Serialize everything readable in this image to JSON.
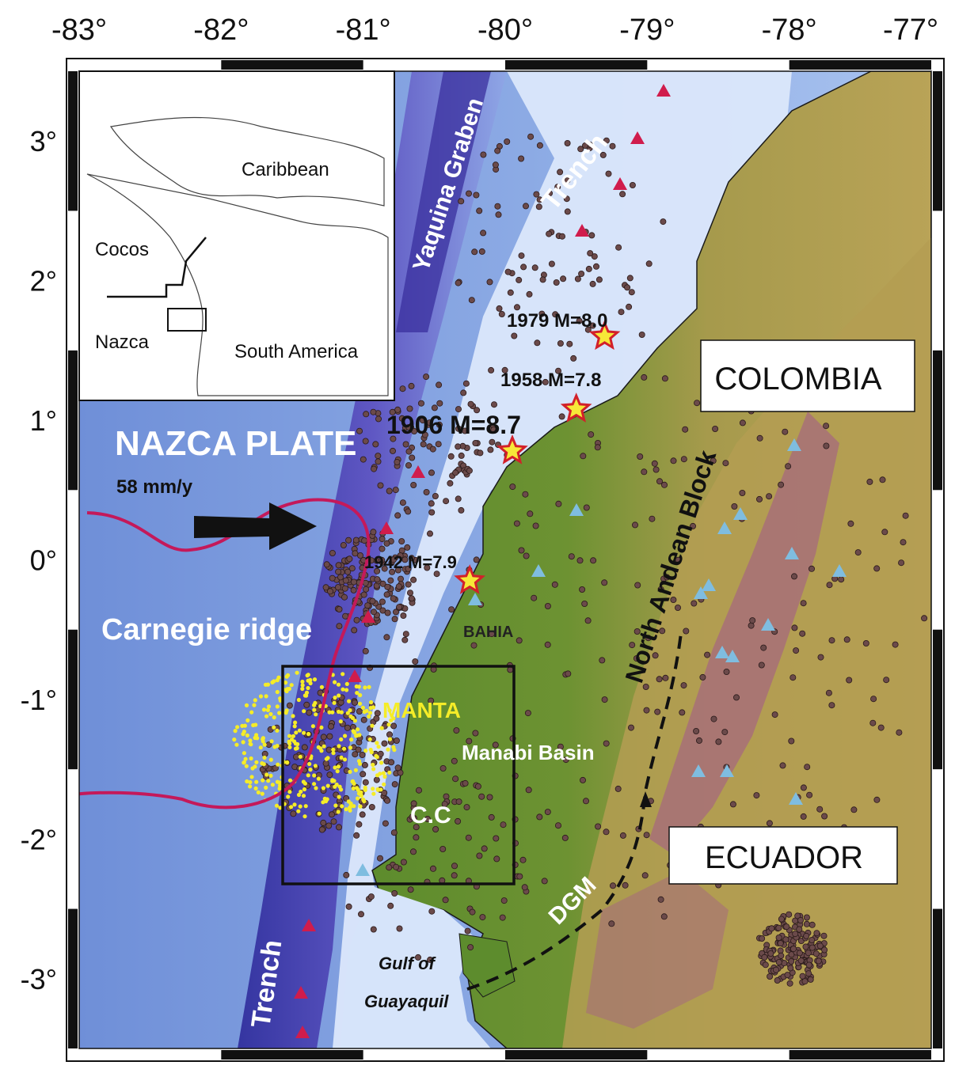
{
  "axes": {
    "lon_ticks": [
      "-83°",
      "-82°",
      "-81°",
      "-80°",
      "-79°",
      "-78°",
      "-77°"
    ],
    "lat_ticks": [
      "3°",
      "2°",
      "1°",
      "0°",
      "-1°",
      "-2°",
      "-3°"
    ]
  },
  "inset": {
    "labels": [
      "Caribbean",
      "Cocos",
      "Nazca",
      "South America"
    ]
  },
  "labels": {
    "yaquina": "Yaquina Graben",
    "trench_north": "Trench",
    "trench_south": "Trench",
    "nazca_plate": "NAZCA PLATE",
    "rate": "58 mm/y",
    "carnegie": "Carnegie ridge",
    "bahia": "BAHIA",
    "manta": "MANTA",
    "manabi": "Manabi Basin",
    "cc": "C.C",
    "dgm": "DGM",
    "gulf1": "Gulf of",
    "gulf2": "Guayaquil",
    "north_andean": "North Andean Block",
    "colombia": "COLOMBIA",
    "ecuador": "ECUADOR"
  },
  "earthquakes": [
    {
      "label": "1979 M=8.0",
      "lon": -79.3,
      "lat": 1.6
    },
    {
      "label": "1958 M=7.8",
      "lon": -79.5,
      "lat": 1.08
    },
    {
      "label": "1906 M=8.7",
      "lon": -79.95,
      "lat": 0.78
    },
    {
      "label": "1942 M=7.9",
      "lon": -80.25,
      "lat": -0.15
    }
  ],
  "colors": {
    "ocean_deep": "#3a3fb0",
    "ocean": "#7f9fe0",
    "shelf": "#e4eefc",
    "land": "#5f8a2e",
    "highland": "#b39a4e",
    "peak": "#a0667a",
    "plate_boundary": "#c4195a",
    "volcano_red": "#d01c4c",
    "volcano_blue": "#7fbde0",
    "seismicity_yellow": "#f5ec28",
    "seismicity": "#5a3a3a"
  }
}
